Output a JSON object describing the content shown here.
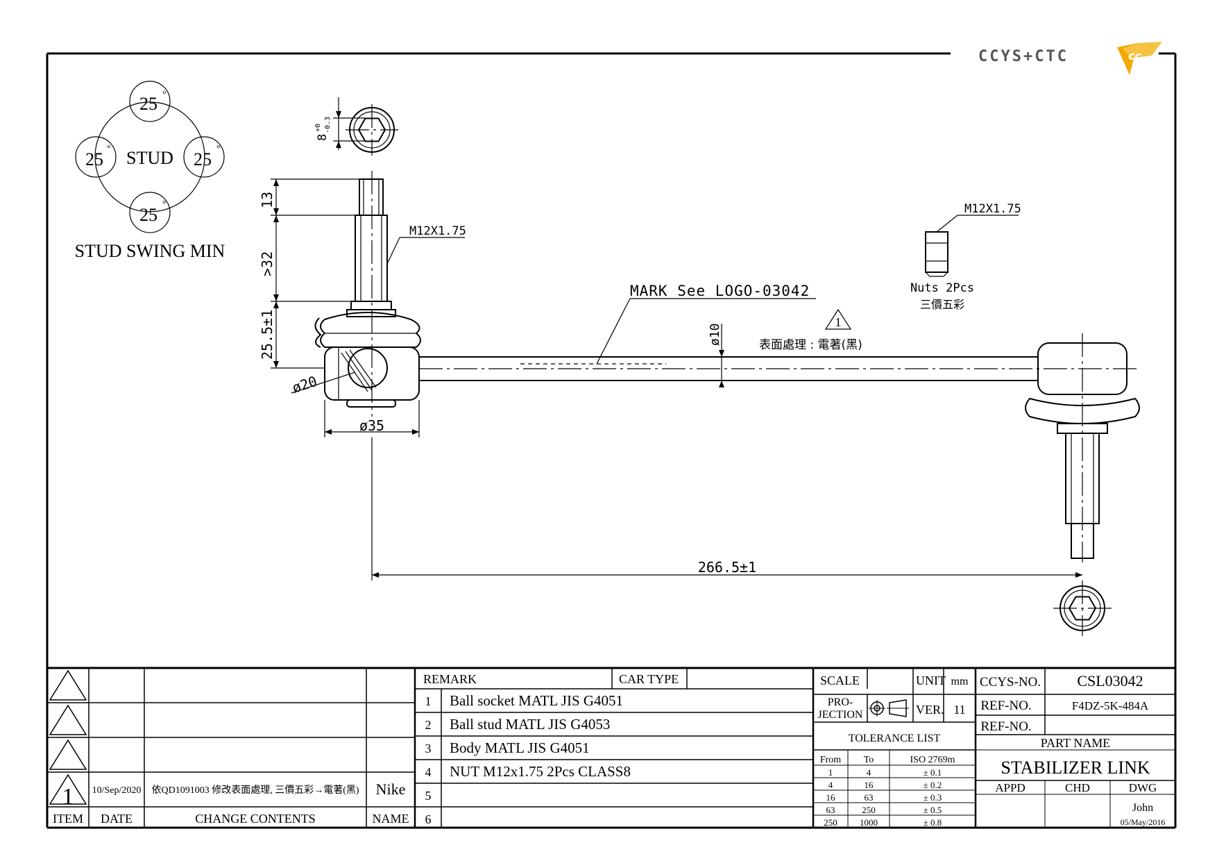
{
  "logo": {
    "text": "CCYS+CTC",
    "accent_color": "#f2a900"
  },
  "swing": {
    "center_label": "STUD",
    "top": "25",
    "left": "25",
    "right": "25",
    "bottom": "25",
    "degree_symbol": "°",
    "caption": "STUD SWING MIN"
  },
  "dims": {
    "hex_width": "8",
    "hex_tol_plus": "+0",
    "hex_tol_minus": "-0.3",
    "thread_len": "13",
    "stud_len": ">32",
    "boot_height": "25.5±1",
    "thread_top": "M12X1.75",
    "thread_nut": "M12X1.75",
    "ball_dia": "ø20",
    "socket_dia": "ø35",
    "rod_dia": "ø10",
    "overall": "266.5±1"
  },
  "notes": {
    "mark": "MARK See LOGO-03042",
    "warn_symbol": "1",
    "surface": "表面處理 : 電著(黑)",
    "nuts": "Nuts 2Pcs",
    "nuts_color": "三價五彩"
  },
  "revision": {
    "rows": [
      {
        "item": "",
        "date": "",
        "content": "",
        "name": ""
      },
      {
        "item": "",
        "date": "",
        "content": "",
        "name": ""
      },
      {
        "item": "",
        "date": "",
        "content": "",
        "name": ""
      },
      {
        "item": "1",
        "date": "10/Sep/2020",
        "content": "依QD1091003 修改表面處理, 三價五彩→電著(黑)",
        "name": "Nike"
      }
    ],
    "headers": {
      "item": "ITEM",
      "date": "DATE",
      "content": "CHANGE CONTENTS",
      "name": "NAME"
    }
  },
  "remarks": {
    "header_remark": "REMARK",
    "header_car": "CAR TYPE",
    "car_type": "",
    "items": [
      {
        "no": "1",
        "text": "Ball socket MATL JIS G4051"
      },
      {
        "no": "2",
        "text": "Ball stud MATL JIS G4053"
      },
      {
        "no": "3",
        "text": "Body MATL JIS G4051"
      },
      {
        "no": "4",
        "text": "NUT M12x1.75 2Pcs CLASS8"
      },
      {
        "no": "5",
        "text": ""
      },
      {
        "no": "6",
        "text": ""
      }
    ]
  },
  "spec": {
    "scale_label": "SCALE",
    "scale": "",
    "unit_label": "UNIT",
    "unit": "mm",
    "projection_label": "PRO-\nJECTION",
    "projection_l1": "PRO-",
    "projection_l2": "JECTION",
    "ver_label": "VER.",
    "ver": "11",
    "tol_title": "TOLERANCE LIST",
    "tol_headers": [
      "From",
      "To",
      "ISO 2769m"
    ],
    "tol_rows": [
      [
        "1",
        "4",
        "± 0.1"
      ],
      [
        "4",
        "16",
        "± 0.2"
      ],
      [
        "16",
        "63",
        "± 0.3"
      ],
      [
        "63",
        "250",
        "± 0.5"
      ],
      [
        "250",
        "1000",
        "± 0.8"
      ]
    ]
  },
  "title_block": {
    "ccys_label": "CCYS-NO.",
    "ccys_no": "CSL03042",
    "ref_label": "REF-NO.",
    "ref_no": "F4DZ-5K-484A",
    "ref2_label": "REF-NO.",
    "ref2_no": "",
    "part_name_label": "PART NAME",
    "part_name": "STABILIZER LINK",
    "appd": "APPD",
    "chd": "CHD",
    "dwg": "DWG",
    "drawer": "John",
    "date": "05/May/2016"
  }
}
